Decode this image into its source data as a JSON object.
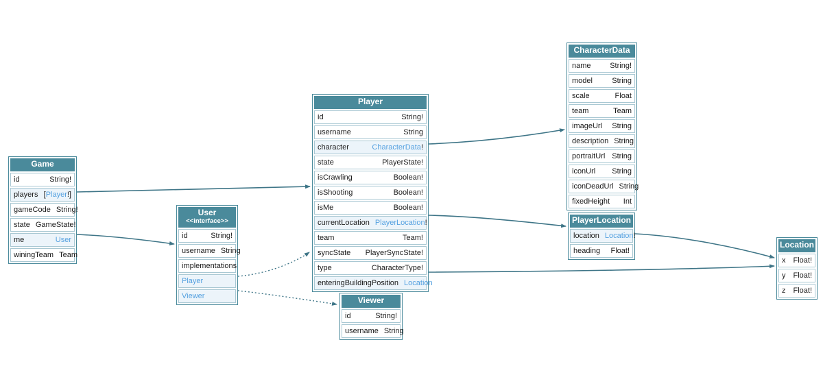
{
  "colors": {
    "header_bg": "#4a8a9b",
    "table_border": "#4a8a9b",
    "row_border": "#a9c8d3",
    "link_row_bg": "#ecf4fa",
    "link_text": "#55a1e0",
    "arrow": "#3e7587",
    "text": "#1b1b1b"
  },
  "tables": {
    "game": {
      "title": "Game",
      "rows": [
        {
          "name": "id",
          "type": "String!"
        },
        {
          "name": "players",
          "pre": "[",
          "type": "Player",
          "post": "!]"
        },
        {
          "name": "gameCode",
          "type": "String!"
        },
        {
          "name": "state",
          "type": "GameState!"
        },
        {
          "name": "me",
          "type": "User"
        },
        {
          "name": "winingTeam",
          "type": "Team"
        }
      ]
    },
    "user": {
      "title": "User",
      "subtitle": "<<interface>>",
      "rows": [
        {
          "name": "id",
          "type": "String!"
        },
        {
          "name": "username",
          "type": "String"
        },
        {
          "name": "implementations",
          "type": ""
        },
        {
          "name": "Player",
          "type": ""
        },
        {
          "name": "Viewer",
          "type": ""
        }
      ]
    },
    "player": {
      "title": "Player",
      "rows": [
        {
          "name": "id",
          "type": "String!"
        },
        {
          "name": "username",
          "type": "String"
        },
        {
          "name": "character",
          "type": "CharacterData",
          "post": "!"
        },
        {
          "name": "state",
          "type": "PlayerState!"
        },
        {
          "name": "isCrawling",
          "type": "Boolean!"
        },
        {
          "name": "isShooting",
          "type": "Boolean!"
        },
        {
          "name": "isMe",
          "type": "Boolean!"
        },
        {
          "name": "currentLocation",
          "type": "PlayerLocation",
          "post": "!"
        },
        {
          "name": "team",
          "type": "Team!"
        },
        {
          "name": "syncState",
          "type": "PlayerSyncState!"
        },
        {
          "name": "type",
          "type": "CharacterType!"
        },
        {
          "name": "enteringBuildingPosition",
          "type": "Location"
        }
      ]
    },
    "characterData": {
      "title": "CharacterData",
      "rows": [
        {
          "name": "name",
          "type": "String!"
        },
        {
          "name": "model",
          "type": "String"
        },
        {
          "name": "scale",
          "type": "Float"
        },
        {
          "name": "team",
          "type": "Team"
        },
        {
          "name": "imageUrl",
          "type": "String"
        },
        {
          "name": "description",
          "type": "String"
        },
        {
          "name": "portraitUrl",
          "type": "String"
        },
        {
          "name": "iconUrl",
          "type": "String"
        },
        {
          "name": "iconDeadUrl",
          "type": "String"
        },
        {
          "name": "fixedHeight",
          "type": "Int"
        }
      ]
    },
    "playerLocation": {
      "title": "PlayerLocation",
      "rows": [
        {
          "name": "location",
          "type": "Location",
          "post": "!"
        },
        {
          "name": "heading",
          "type": "Float!"
        }
      ]
    },
    "location": {
      "title": "Location",
      "rows": [
        {
          "name": "x",
          "type": "Float!"
        },
        {
          "name": "y",
          "type": "Float!"
        },
        {
          "name": "z",
          "type": "Float!"
        }
      ]
    },
    "viewer": {
      "title": "Viewer",
      "rows": [
        {
          "name": "id",
          "type": "String!"
        },
        {
          "name": "username",
          "type": "String"
        }
      ]
    }
  },
  "relations": [
    {
      "from": "Game.players",
      "to": "Player",
      "style": "solid"
    },
    {
      "from": "Game.me",
      "to": "User",
      "style": "solid"
    },
    {
      "from": "Player.character",
      "to": "CharacterData",
      "style": "solid"
    },
    {
      "from": "Player.currentLocation",
      "to": "PlayerLocation",
      "style": "solid"
    },
    {
      "from": "Player.enteringBuildingPosition",
      "to": "Location",
      "style": "solid"
    },
    {
      "from": "PlayerLocation.location",
      "to": "Location",
      "style": "solid"
    },
    {
      "from": "User.Player",
      "to": "Player",
      "style": "dotted"
    },
    {
      "from": "User.Viewer",
      "to": "Viewer",
      "style": "dotted"
    }
  ]
}
